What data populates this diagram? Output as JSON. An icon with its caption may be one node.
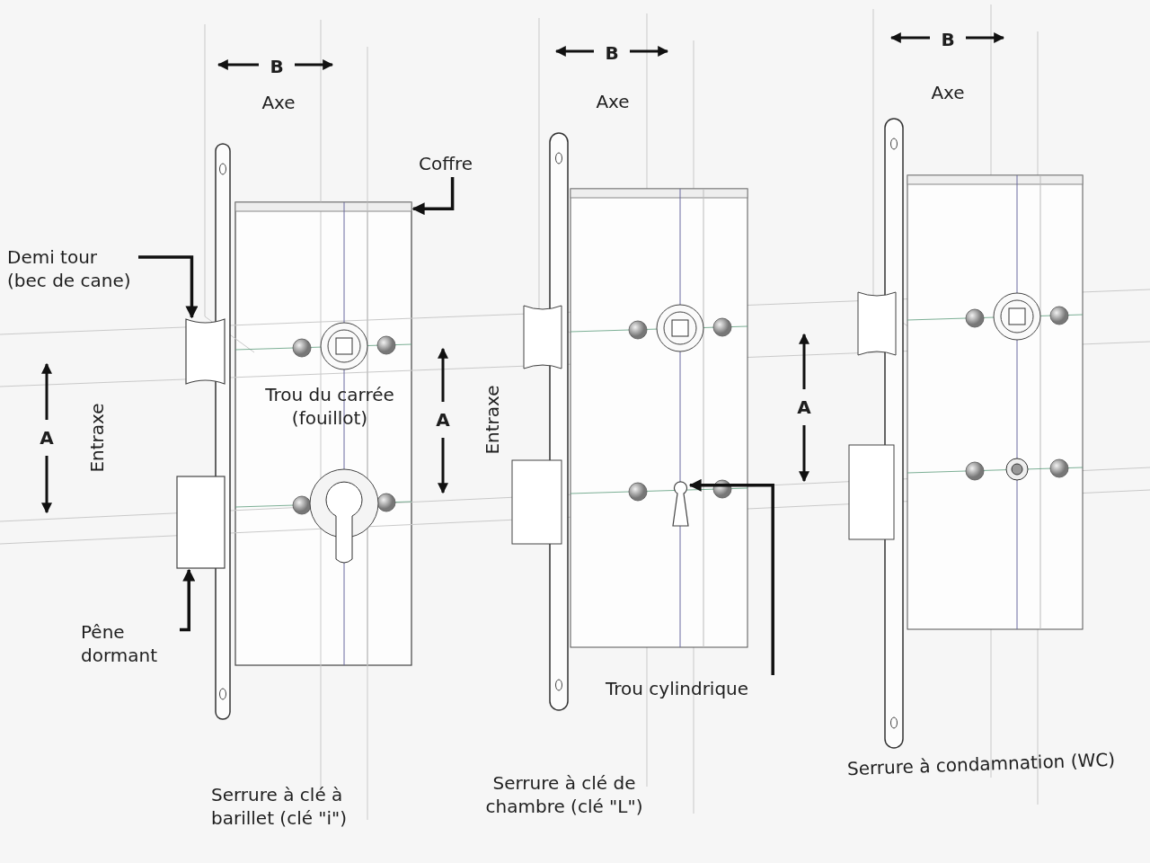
{
  "diagram": {
    "nodes": [
      {
        "text": [
          "Coffre"
        ]
      },
      {
        "text": [],
        "shape": "box"
      },
      {
        "text": [
          "Demi tour (bec de cane)"
        ]
      },
      {
        "text": [],
        "shape": "box"
      },
      {
        "text": [
          "Pêne dormant"
        ]
      },
      {
        "text": [],
        "shape": "box"
      },
      {
        "text": [
          "Trou cylindrique"
        ]
      },
      {
        "text": [],
        "shape": "keyhole"
      }
    ],
    "edges": [
      {
        "from": 0,
        "to": 1,
        "arrow": "to"
      },
      {
        "from": 2,
        "to": 3,
        "arrow": "to"
      },
      {
        "from": 4,
        "to": 5,
        "arrow": "to"
      },
      {
        "from": 6,
        "to": 7,
        "arrow": "to"
      }
    ],
    "labels": [
      "B",
      "B",
      "B",
      "Axe",
      "Axe",
      "Axe",
      "Trou du carrée (fouillot)",
      "A",
      "Entraxe",
      "A",
      "Entraxe",
      "A",
      "Serrure à clé à barillet (clé \"i\")",
      "Serrure à clé de chambre (clé \"L\")",
      "Serrure à condamnation (WC)"
    ]
  }
}
